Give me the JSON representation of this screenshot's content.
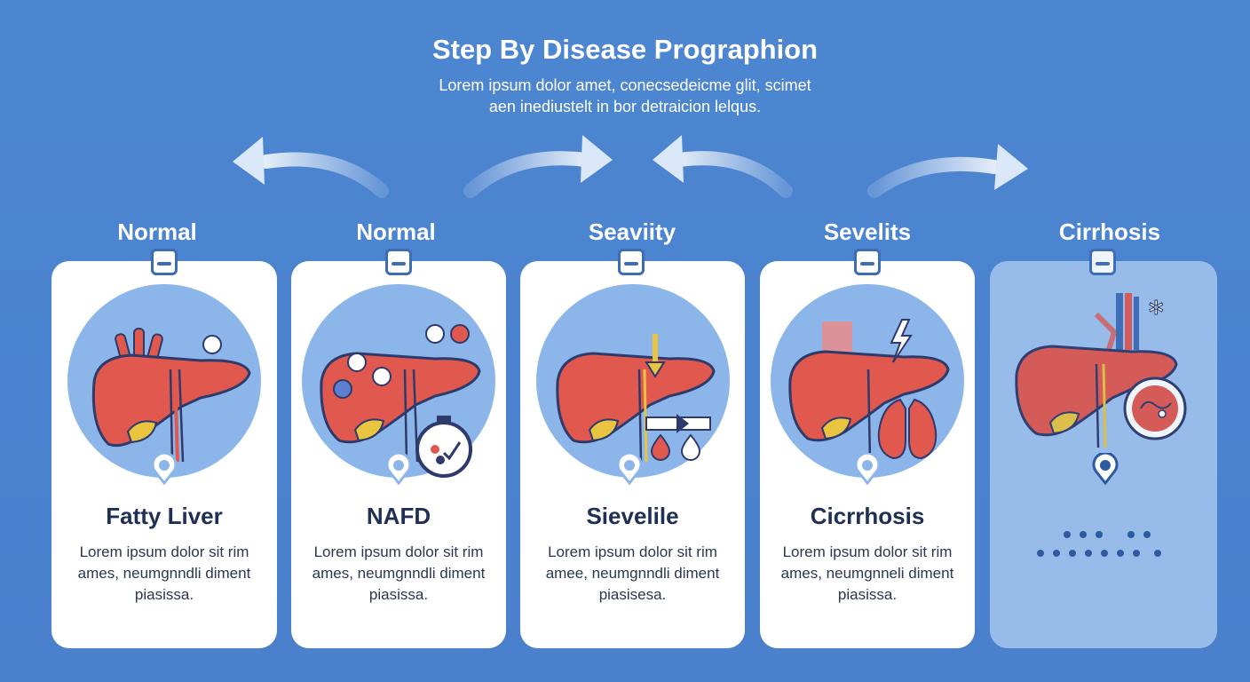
{
  "header": {
    "title": "Step By Disease Prographion",
    "subtitle_line1": "Lorem ipsum dolor amet, conecsedeicme glit, scimet",
    "subtitle_line2": "aen inediustelt in bor detraicion lelqus."
  },
  "stages": [
    {
      "label": "Normal",
      "card_title": "Fatty Liver",
      "desc_line1": "Lorem ipsum dolor sit rim",
      "desc_line2": "ames, neumgnndli diment",
      "desc_line3": "piasissa."
    },
    {
      "label": "Normal",
      "card_title": "NAFD",
      "desc_line1": "Lorem ipsum dolor sit rim",
      "desc_line2": "ames, neumgnndli diment",
      "desc_line3": "piasissa."
    },
    {
      "label": "Seaviity",
      "card_title": "Sievelile",
      "desc_line1": "Lorem ipsum dolor sit rim",
      "desc_line2": "amee, neumgnndli diment",
      "desc_line3": "piasisesa."
    },
    {
      "label": "Sevelits",
      "card_title": "Cicrrhosis",
      "desc_line1": "Lorem ipsum dolor sit rim",
      "desc_line2": "ames, neumgnneli diment",
      "desc_line3": "piasissa."
    },
    {
      "label": "Cirrhosis"
    }
  ],
  "colors": {
    "background": "#4a82cf",
    "liver": "#e0584e",
    "gallbladder": "#e9c440",
    "icon_circle": "#8cb6ea",
    "text_dark": "#1f2f55"
  },
  "icons": [
    "tab-clip-icon",
    "liver-icon",
    "heart-vessels-icon",
    "stopwatch-icon",
    "arrow-down-icon",
    "droplet-icon",
    "lungs-icon",
    "lightning-icon",
    "fibrosis-lens-icon",
    "location-pin-icon",
    "curved-arrow-icon"
  ]
}
